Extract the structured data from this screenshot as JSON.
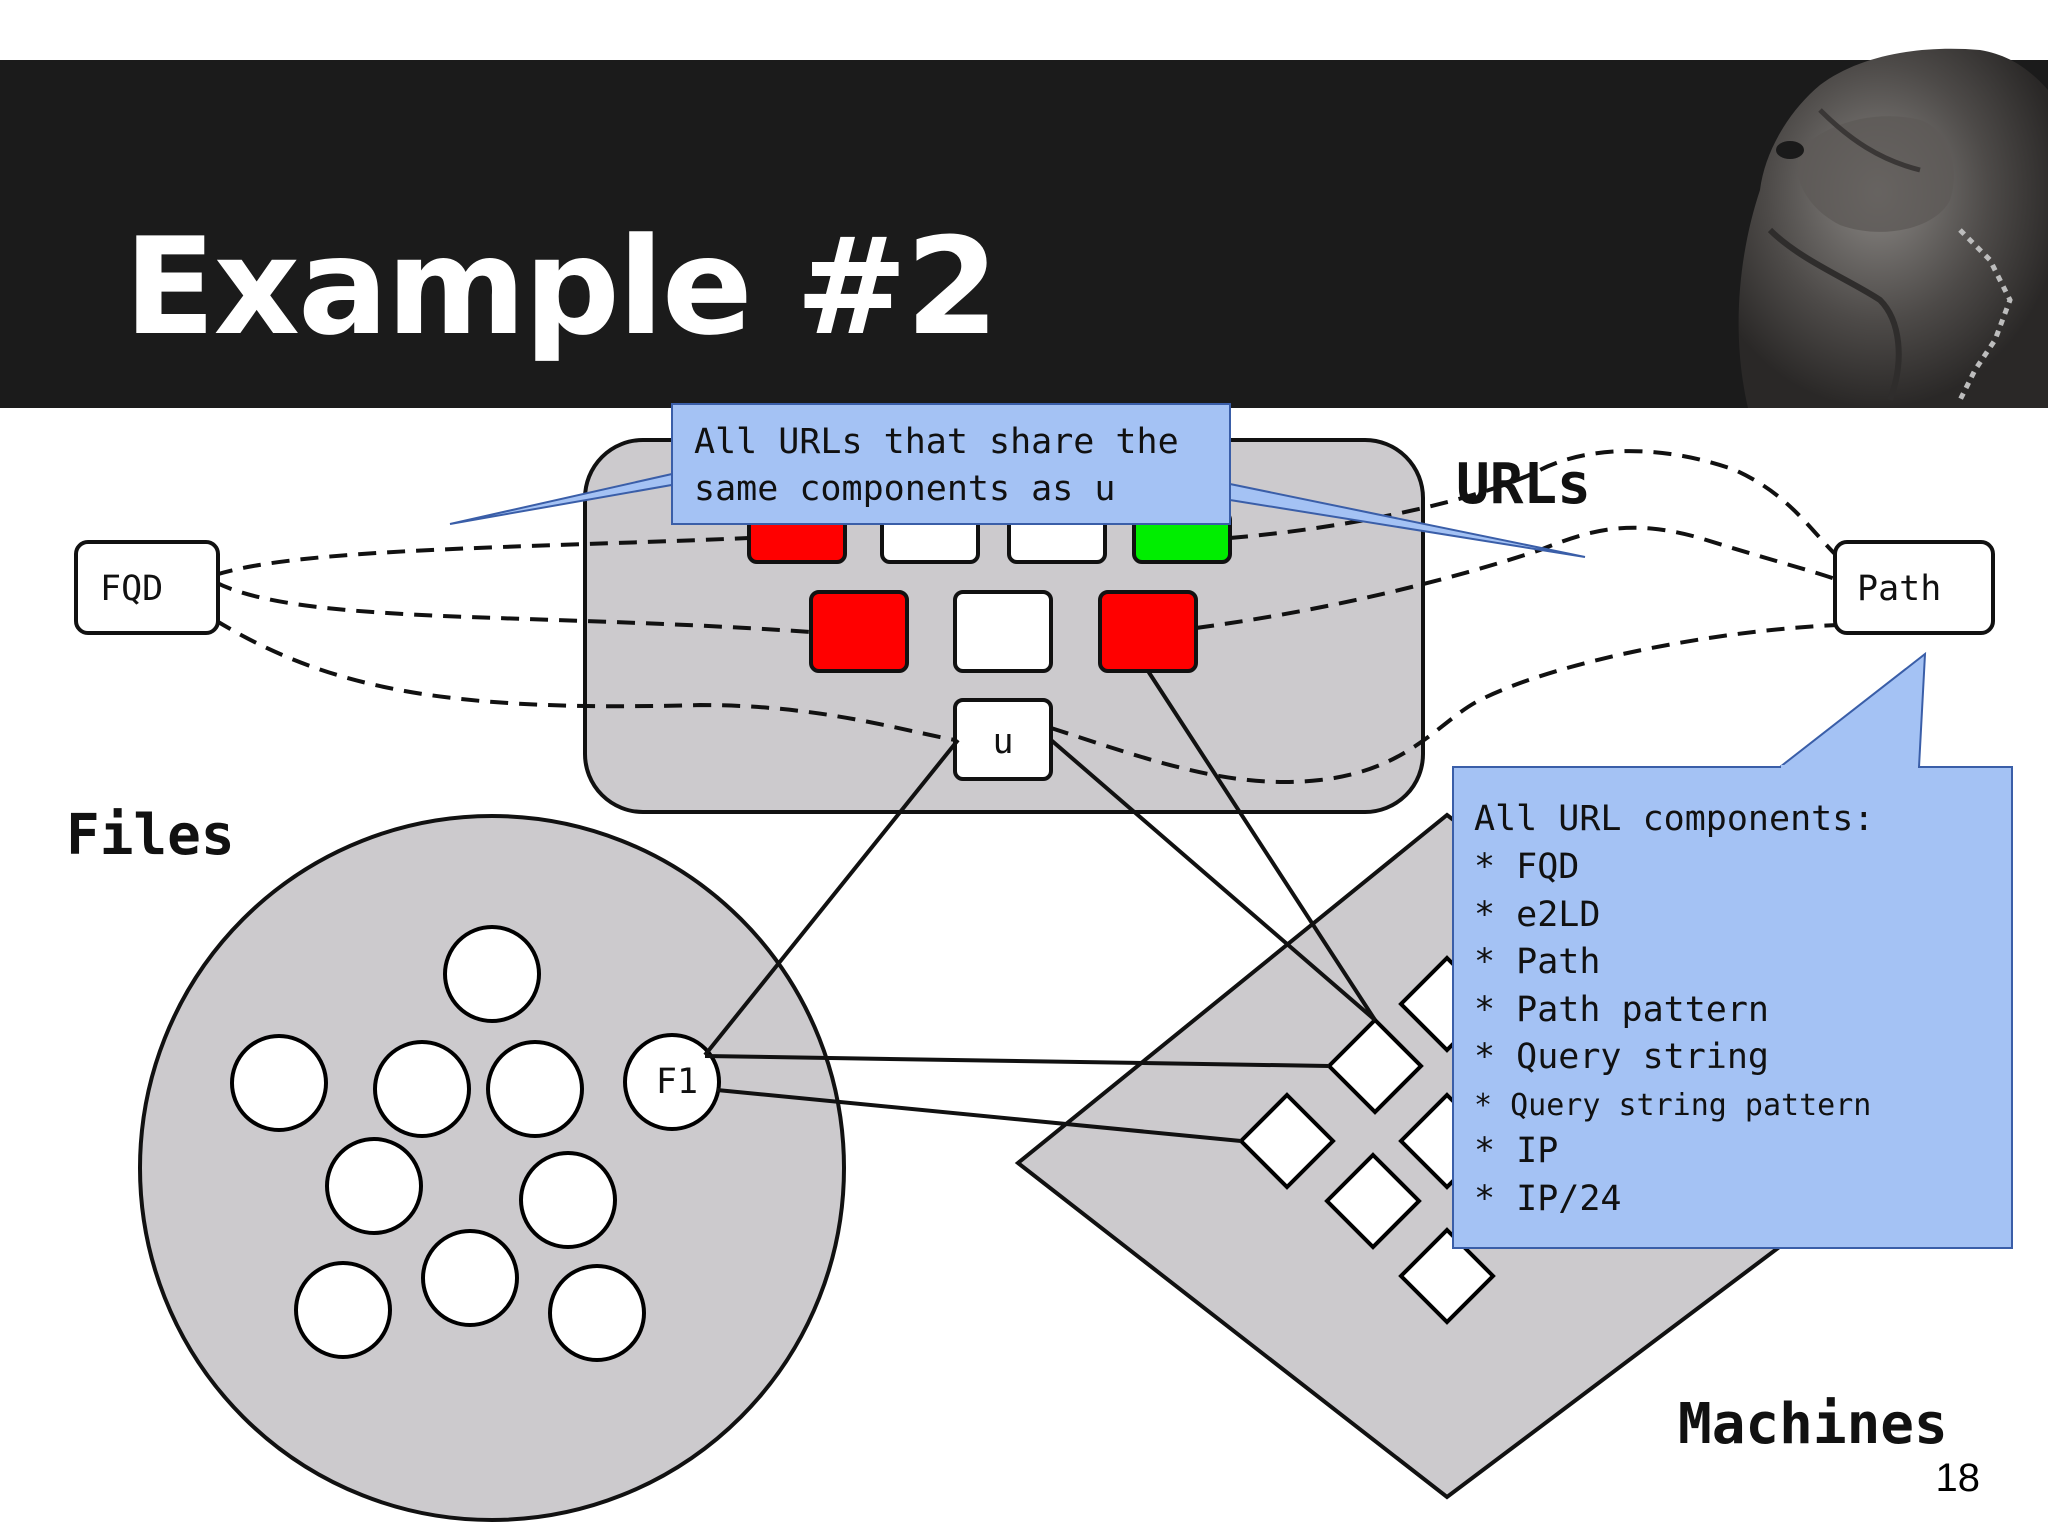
{
  "slide": {
    "title": "Example #2",
    "page_number": "18"
  },
  "diagram": {
    "labels": {
      "urls": "URLs",
      "files": "Files",
      "machines": "Machines"
    },
    "nodes": {
      "fqd": "FQD",
      "path": "Path",
      "u": "u",
      "f1": "F1"
    },
    "callout_top": {
      "lines": [
        "All URLs that share the",
        "same components as u"
      ]
    },
    "callout_right": {
      "lines": [
        "All URL components:",
        "* FQD",
        "* e2LD",
        "* Path",
        "* Path pattern",
        "* Query string",
        "* Query string pattern",
        "* IP",
        "* IP/24"
      ]
    },
    "colors": {
      "header": "#1b1b1b",
      "group_fill": "#cccacd",
      "callout_fill": "#a4c2f4",
      "red": "#ff0000",
      "green": "#00ee00"
    }
  }
}
